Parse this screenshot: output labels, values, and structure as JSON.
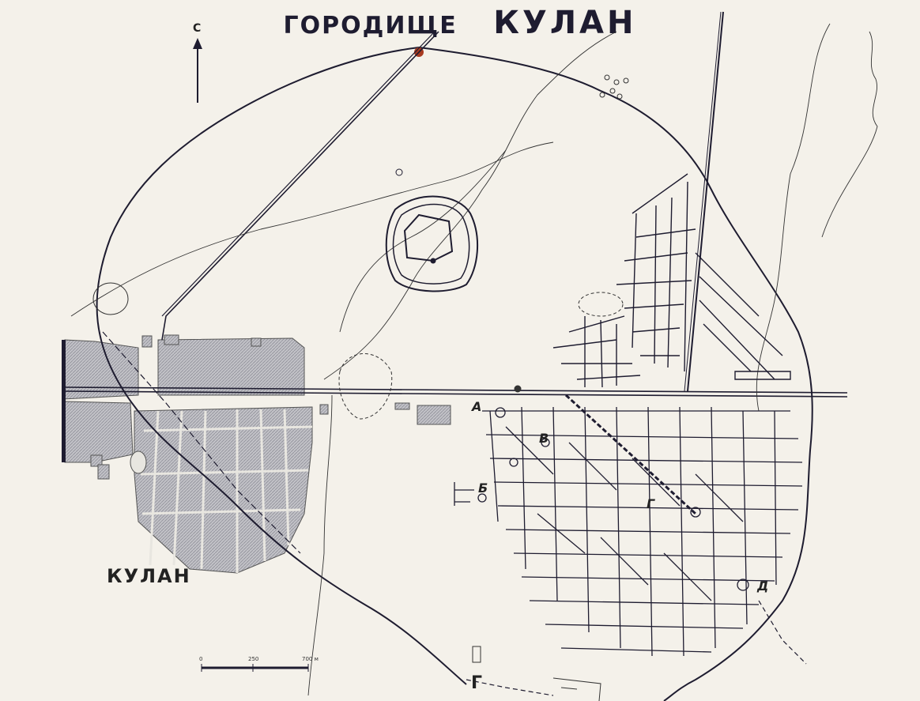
{
  "map": {
    "title_prefix": "ГОРОДИЩЕ",
    "title_name": "КУЛАН",
    "north_label": "С",
    "town_label": "КУЛАН",
    "markers": [
      "А",
      "Б",
      "В",
      "Г",
      "Д"
    ],
    "bottom_marker": "Г",
    "scale_labels": [
      "0",
      "250",
      "700 м"
    ]
  },
  "colors": {
    "ink": "#1e1c30",
    "paper": "#f4f1ea",
    "town_fill": "#b7b7bd",
    "red_dot": "#a83a20"
  }
}
